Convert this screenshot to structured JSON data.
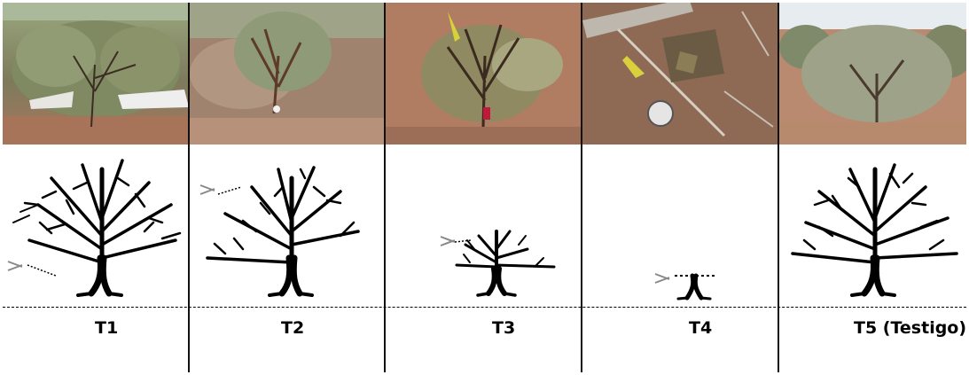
{
  "treatments": [
    {
      "id": "T1",
      "label": "T1",
      "cut": "basal-branch"
    },
    {
      "id": "T2",
      "label": "T2",
      "cut": "one-side"
    },
    {
      "id": "T3",
      "label": "T3",
      "cut": "crown"
    },
    {
      "id": "T4",
      "label": "T4",
      "cut": "stump"
    },
    {
      "id": "T5",
      "label": "T5 (Testigo)",
      "cut": "none"
    }
  ],
  "icons": {
    "cut": "scissors-icon",
    "tree": "tree-silhouette"
  },
  "colors": {
    "ink": "#000000",
    "cut_mark": "#777777",
    "soil": "#a8775a",
    "shrub": "#8c9370",
    "sky": "#c9d6e4"
  }
}
